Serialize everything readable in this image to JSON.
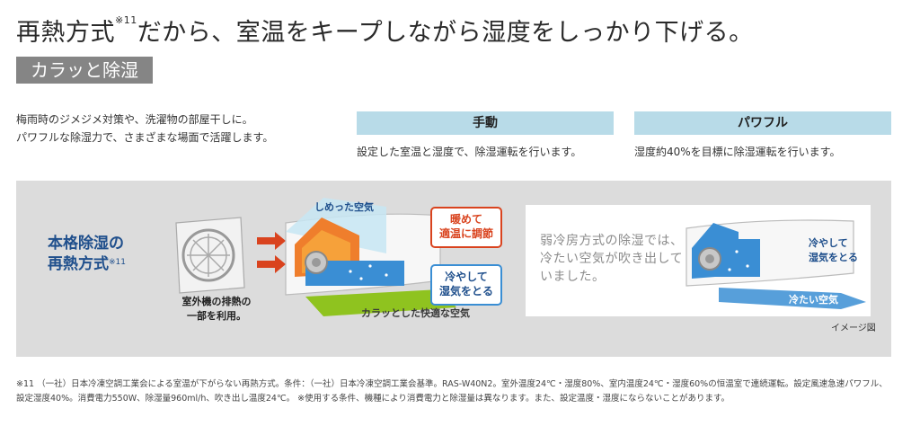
{
  "headline": {
    "text": "再熱方式",
    "sup": "※11",
    "rest": "だから、室温をキープしながら湿度をしっかり下げる。"
  },
  "tag": "カラッと除湿",
  "intro": {
    "line1": "梅雨時のジメジメ対策や、洗濯物の部屋干しに。",
    "line2": "パワフルな除湿力で、さまざまな場面で活躍します。"
  },
  "modes": [
    {
      "title": "手動",
      "desc": "設定した室温と湿度で、除湿運転を行います。"
    },
    {
      "title": "パワフル",
      "desc": "湿度約40%を目標に除湿運転を行います。"
    }
  ],
  "diagram": {
    "title_line1": "本格除湿の",
    "title_line2": "再熱方式",
    "title_sup": "※11",
    "outdoor_label_line1": "室外機の排熱の",
    "outdoor_label_line2": "一部を利用。",
    "humid_air": "しめった空気",
    "warm_line1": "暖めて",
    "warm_line2": "適温に調節",
    "cool_line1": "冷やして",
    "cool_line2": "湿気をとる",
    "dry_air": "カラッとした快適な空気"
  },
  "comparison": {
    "line1": "弱冷房方式の除湿では、",
    "line2": "冷たい空気が吹き出して",
    "line3": "いました。",
    "cool_line1": "冷やして",
    "cool_line2": "湿気をとる",
    "cold_air": "冷たい空気"
  },
  "image_note": "イメージ図",
  "footnote": "※11 （一社）日本冷凍空調工業会による室温が下がらない再熱方式。条件：（一社）日本冷凍空調工業会基準。RAS-W40N2。室外温度24℃・湿度80%、室内温度24℃・湿度60%の恒温室で連続運転。設定風速急速パワフル、設定湿度40%。消費電力550W、除湿量960ml/h、吹き出し温度24℃。 ※使用する条件、機種により消費電力と除湿量は異なります。また、設定温度・湿度にならないことがあります。",
  "colors": {
    "accent_blue": "#1f4f8c",
    "warm_red": "#d9431e",
    "mode_bg": "#b8dbe8",
    "panel_bg": "#dcdcdc",
    "dry_green": "#8fc31f"
  }
}
